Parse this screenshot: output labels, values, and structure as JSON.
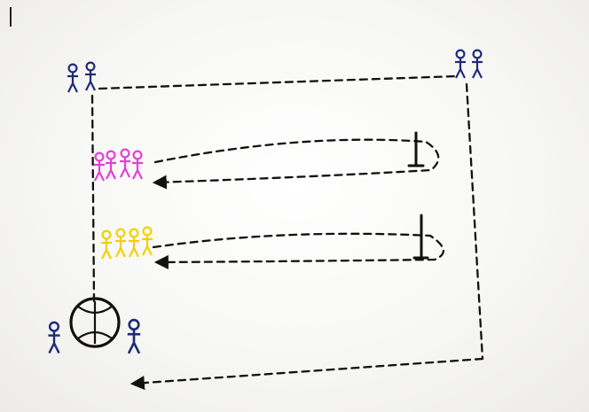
{
  "colors": {
    "paper": "#f7f7f5",
    "path": "#111111",
    "players_corner": "#1f2a78",
    "team_magenta": "#e33fd8",
    "team_yellow": "#f2d000",
    "ball": "#101010"
  },
  "icons": {
    "player": "stick-figure-icon",
    "ball": "ball-icon",
    "cone": "cone-marker-icon",
    "arrow": "arrowhead-icon"
  },
  "groups": {
    "top_left_players": 2,
    "top_right_players": 2,
    "magenta_team_players": 4,
    "yellow_team_players": 4,
    "bottom_left_players": 2
  }
}
